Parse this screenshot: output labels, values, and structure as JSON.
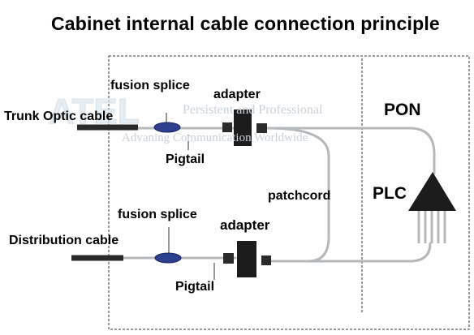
{
  "diagram": {
    "title": "Cabinet internal cable connection principle",
    "watermark": {
      "logo": "ATEL",
      "line1": "Persistent and Professional",
      "line2": "Advaning Communication Worldwide"
    },
    "labels": {
      "trunk_cable": "Trunk Optic cable",
      "fusion_splice_top": "fusion splice",
      "adapter_top": "adapter",
      "pigtail_top": "Pigtail",
      "pon": "PON",
      "patchcord": "patchcord",
      "plc": "PLC",
      "fusion_splice_bottom": "fusion splice",
      "adapter_bottom": "adapter",
      "distribution_cable": "Distribution cable",
      "pigtail_bottom": "Pigtail"
    },
    "colors": {
      "fiber": "#b4b8bb",
      "cable": "#2a2a2a",
      "splice": "#2d3f8f",
      "splitter": "#1c1c1c",
      "border": "#333333",
      "watermark": "#c9d2d9"
    }
  }
}
